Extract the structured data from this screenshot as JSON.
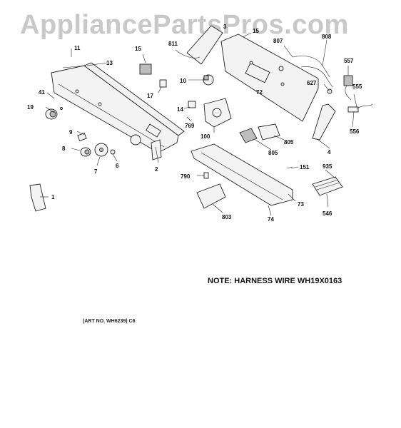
{
  "watermark": "AppliancePartsPros.com",
  "note": "NOTE: HARNESS WIRE WH19X0163",
  "art_number": "(ART NO. WH6239) C6",
  "callouts": [
    {
      "id": "c-1",
      "label": "1"
    },
    {
      "id": "c-2",
      "label": "2"
    },
    {
      "id": "c-3",
      "label": "3"
    },
    {
      "id": "c-4",
      "label": "4"
    },
    {
      "id": "c-6",
      "label": "6"
    },
    {
      "id": "c-7",
      "label": "7"
    },
    {
      "id": "c-8",
      "label": "8"
    },
    {
      "id": "c-9",
      "label": "9"
    },
    {
      "id": "c-10",
      "label": "10"
    },
    {
      "id": "c-11",
      "label": "11"
    },
    {
      "id": "c-13",
      "label": "13"
    },
    {
      "id": "c-14",
      "label": "14"
    },
    {
      "id": "c-15a",
      "label": "15"
    },
    {
      "id": "c-15b",
      "label": "15"
    },
    {
      "id": "c-17",
      "label": "17"
    },
    {
      "id": "c-19",
      "label": "19"
    },
    {
      "id": "c-41",
      "label": "41"
    },
    {
      "id": "c-72",
      "label": "72"
    },
    {
      "id": "c-73",
      "label": "73"
    },
    {
      "id": "c-74",
      "label": "74"
    },
    {
      "id": "c-100",
      "label": "100"
    },
    {
      "id": "c-151",
      "label": "151"
    },
    {
      "id": "c-546",
      "label": "546"
    },
    {
      "id": "c-555",
      "label": "555"
    },
    {
      "id": "c-556",
      "label": "556"
    },
    {
      "id": "c-557",
      "label": "557"
    },
    {
      "id": "c-627",
      "label": "627"
    },
    {
      "id": "c-769",
      "label": "769"
    },
    {
      "id": "c-790",
      "label": "790"
    },
    {
      "id": "c-803",
      "label": "803"
    },
    {
      "id": "c-805a",
      "label": "805"
    },
    {
      "id": "c-805b",
      "label": "805"
    },
    {
      "id": "c-807",
      "label": "807"
    },
    {
      "id": "c-808",
      "label": "808"
    },
    {
      "id": "c-811",
      "label": "811"
    },
    {
      "id": "c-935",
      "label": "935"
    }
  ]
}
